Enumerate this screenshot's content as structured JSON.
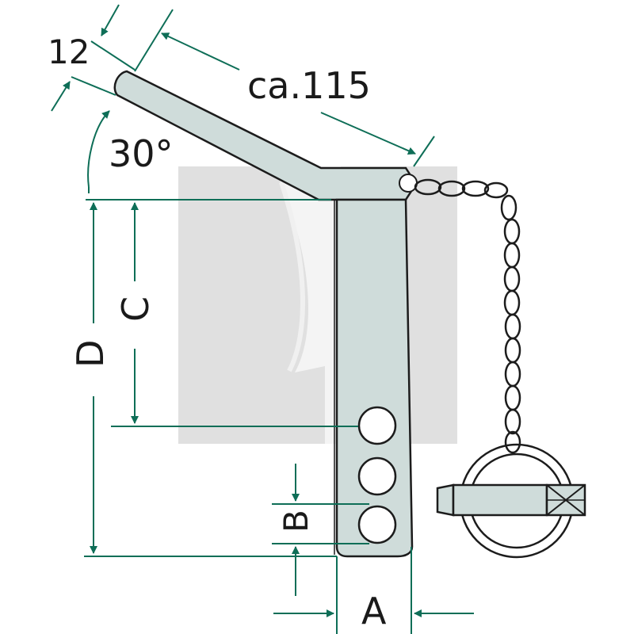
{
  "drawing": {
    "labels": {
      "thickness": "12",
      "length": "ca.115",
      "angle": "30°",
      "dim_a": "A",
      "dim_b": "B",
      "dim_c": "C",
      "dim_d": "D"
    },
    "colors": {
      "dimension_line": "#0e6e57",
      "part_fill": "#cfdcda",
      "outline": "#1c1c1c",
      "watermark": "#dcdcdc"
    }
  }
}
